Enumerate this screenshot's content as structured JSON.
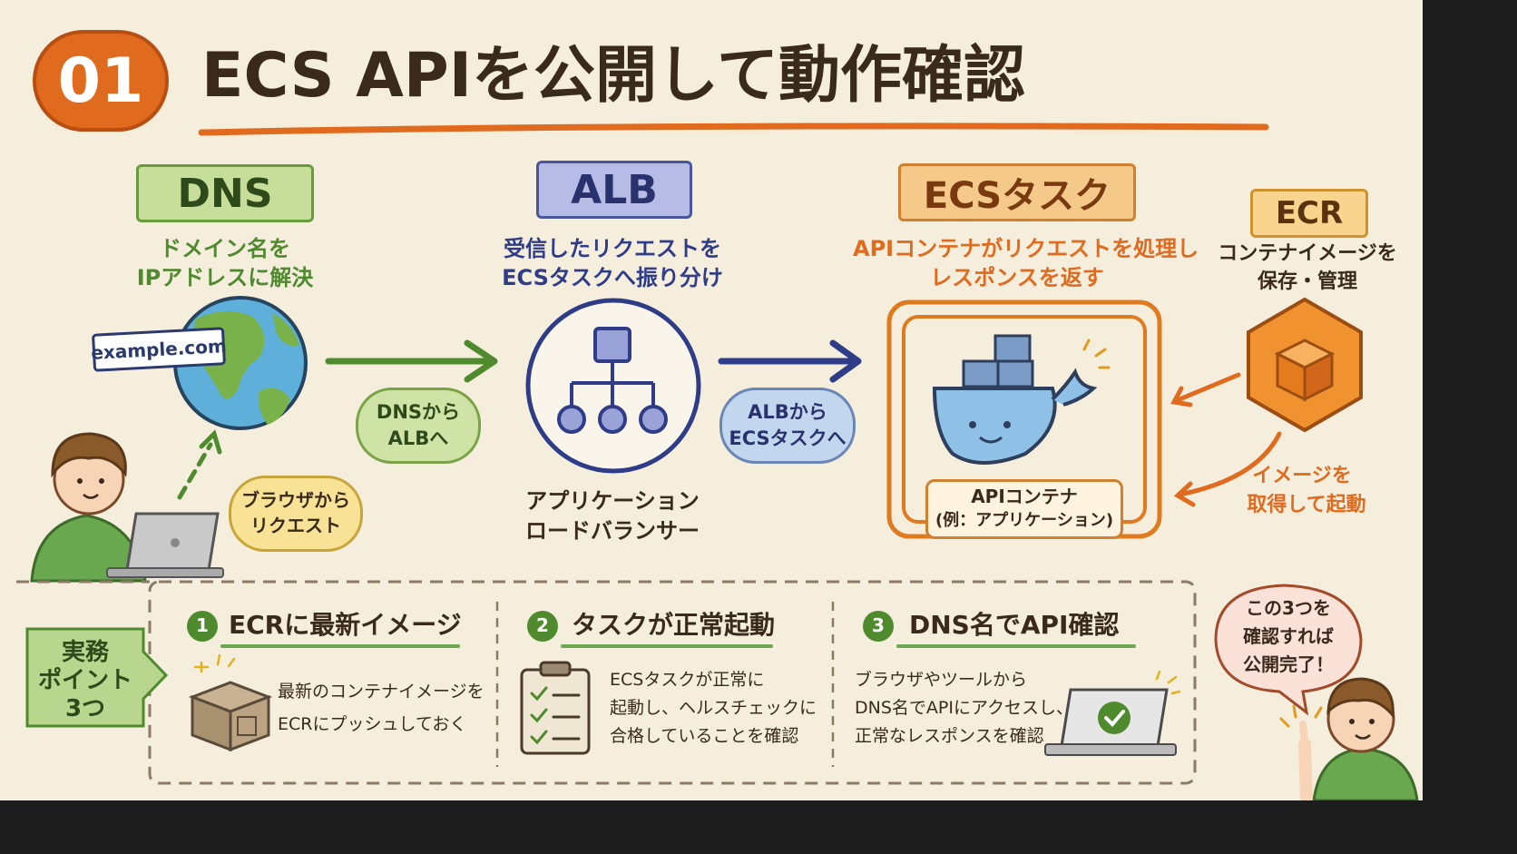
{
  "title": {
    "number": "01",
    "text": "ECS APIを公開して動作確認"
  },
  "sections": {
    "dns": {
      "label": "DNS",
      "desc_line1": "ドメイン名を",
      "desc_line2": "IPアドレスに解決",
      "domain_tag": "example.com"
    },
    "alb": {
      "label": "ALB",
      "desc_line1": "受信したリクエストを",
      "desc_line2": "ECSタスクへ振り分け",
      "caption_line1": "アプリケーション",
      "caption_line2": "ロードバランサー"
    },
    "ecs": {
      "label": "ECSタスク",
      "desc_line1": "APIコンテナがリクエストを処理し",
      "desc_line2": "レスポンスを返す",
      "container_line1": "APIコンテナ",
      "container_line2": "(例：アプリケーション)"
    },
    "ecr": {
      "label": "ECR",
      "desc_line1": "コンテナイメージを",
      "desc_line2": "保存・管理",
      "pull_line1": "イメージを",
      "pull_line2": "取得して起動"
    }
  },
  "bubbles": {
    "browser": {
      "line1": "ブラウザから",
      "line2": "リクエスト"
    },
    "dns_to_alb": {
      "line1": "DNSから",
      "line2": "ALBへ"
    },
    "alb_to_ecs": {
      "line1": "ALBから",
      "line2": "ECSタスクへ"
    }
  },
  "points": {
    "badge_line1": "実務",
    "badge_line2": "ポイント",
    "badge_line3": "3つ",
    "items": [
      {
        "num": "1",
        "title": "ECRに最新イメージ",
        "line1": "最新のコンテナイメージを",
        "line2": "ECRにプッシュしておく",
        "line3": ""
      },
      {
        "num": "2",
        "title": "タスクが正常起動",
        "line1": "ECSタスクが正常に",
        "line2": "起動し、ヘルスチェックに",
        "line3": "合格していることを確認"
      },
      {
        "num": "3",
        "title": "DNS名でAPI確認",
        "line1": "ブラウザやツールから",
        "line2": "DNS名でAPIにアクセスし、",
        "line3": "正常なレスポンスを確認"
      }
    ]
  },
  "speech": {
    "line1": "この3つを",
    "line2": "確認すれば",
    "line3": "公開完了！"
  },
  "colors": {
    "background": "#f6eedd",
    "ink": "#3a2a1c",
    "orange": "#e06a1e",
    "green": "#4f8a2e",
    "blue": "#3b4a8f",
    "ecr_orange": "#ef922f"
  }
}
